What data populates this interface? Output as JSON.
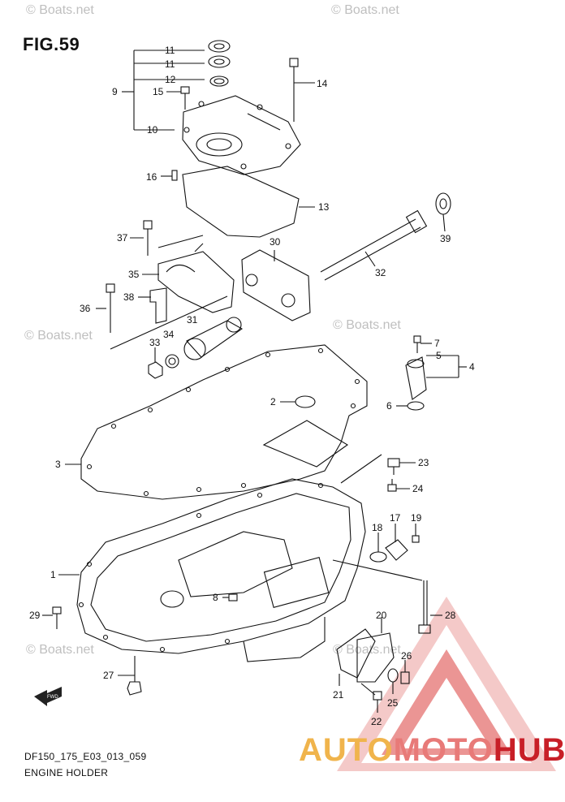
{
  "header": {
    "figure_label": "FIG.59"
  },
  "watermarks": [
    "© Boats.net",
    "© Boats.net",
    "© Boats.net",
    "© Boats.net",
    "© Boats.net",
    "© Boats.net"
  ],
  "footer": {
    "code": "DF150_175_E03_013_059",
    "title": "ENGINE HOLDER"
  },
  "brand": {
    "part1": "AUTO",
    "part2": "MOTO",
    "part3": "HUB"
  },
  "fwd_label": "FWD",
  "callouts": [
    "11",
    "11",
    "12",
    "9",
    "15",
    "10",
    "14",
    "16",
    "13",
    "39",
    "37",
    "30",
    "32",
    "35",
    "38",
    "36",
    "31",
    "34",
    "33",
    "7",
    "5",
    "4",
    "2",
    "6",
    "3",
    "23",
    "24",
    "17",
    "19",
    "18",
    "1",
    "8",
    "29",
    "20",
    "28",
    "26",
    "27",
    "21",
    "25",
    "22"
  ],
  "colors": {
    "line": "#111111",
    "watermark": "#bfbfbf",
    "brand_yellow": "#f0b44c",
    "brand_pink": "#e87a78",
    "brand_red": "#c81f27"
  }
}
